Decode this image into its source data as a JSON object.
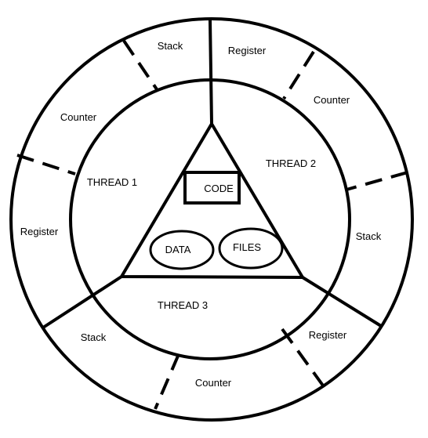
{
  "colors": {
    "stroke": "#000000",
    "background": "#ffffff"
  },
  "threads": [
    {
      "id": "thread-1",
      "label": "THREAD 1",
      "register": "Register",
      "counter": "Counter",
      "stack": "Stack"
    },
    {
      "id": "thread-2",
      "label": "THREAD 2",
      "register": "Register",
      "counter": "Counter",
      "stack": "Stack"
    },
    {
      "id": "thread-3",
      "label": "THREAD 3",
      "register": "Register",
      "counter": "Counter",
      "stack": "Stack"
    }
  ],
  "shared": {
    "code": "CODE",
    "data": "DATA",
    "files": "FILES"
  }
}
